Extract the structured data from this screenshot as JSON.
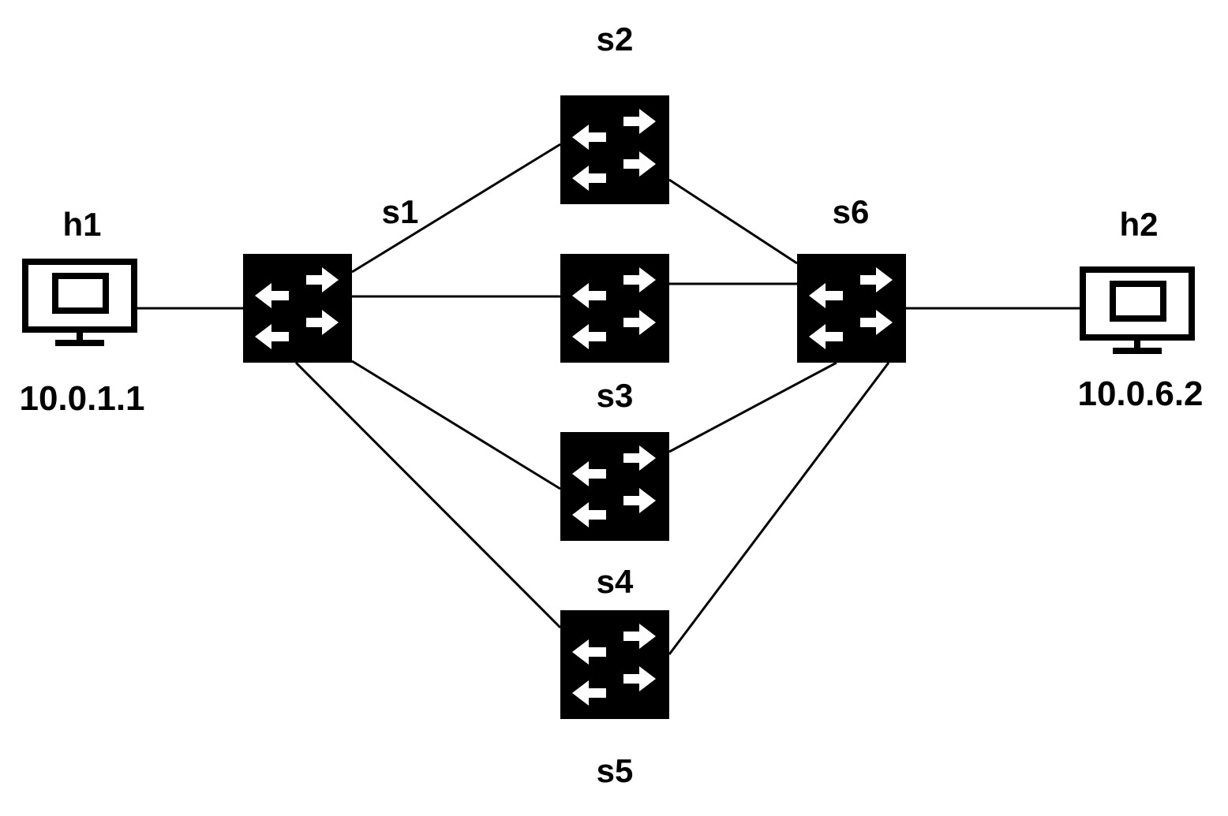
{
  "diagram": {
    "hosts": [
      {
        "id": "h1",
        "label": "h1",
        "address": "10.0.1.1"
      },
      {
        "id": "h2",
        "label": "h2",
        "address": "10.0.6.2"
      }
    ],
    "switches": [
      {
        "id": "s1",
        "label": "s1"
      },
      {
        "id": "s2",
        "label": "s2"
      },
      {
        "id": "s3",
        "label": "s3"
      },
      {
        "id": "s4",
        "label": "s4"
      },
      {
        "id": "s5",
        "label": "s5"
      },
      {
        "id": "s6",
        "label": "s6"
      }
    ],
    "links": [
      [
        "h1",
        "s1"
      ],
      [
        "s1",
        "s2"
      ],
      [
        "s1",
        "s3"
      ],
      [
        "s1",
        "s4"
      ],
      [
        "s1",
        "s5"
      ],
      [
        "s2",
        "s6"
      ],
      [
        "s3",
        "s6"
      ],
      [
        "s4",
        "s6"
      ],
      [
        "s5",
        "s6"
      ],
      [
        "s6",
        "h2"
      ]
    ],
    "colors": {
      "switch_fill": "#000000",
      "arrow_fill": "#ffffff",
      "link_stroke": "#000000"
    },
    "icons": {
      "switch": "network-switch-icon",
      "host": "desktop-monitor-icon"
    }
  }
}
